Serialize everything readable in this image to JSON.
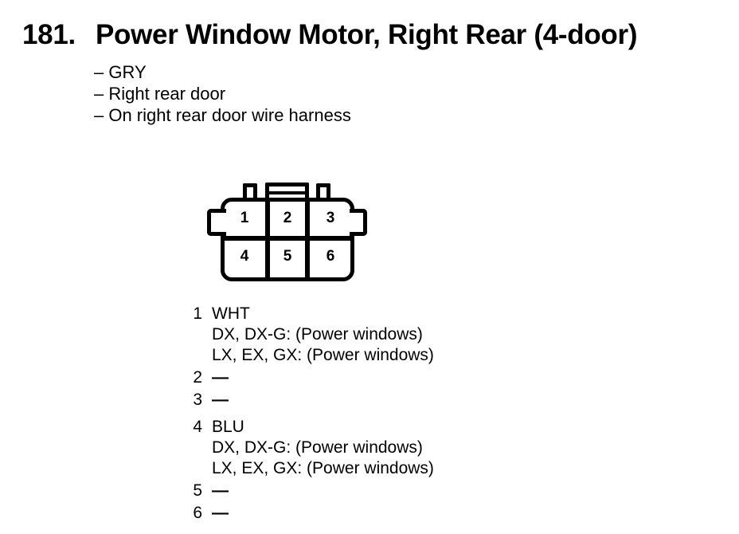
{
  "colors": {
    "paper": "#ffffff",
    "ink": "#000000"
  },
  "header": {
    "item_number": "181.",
    "title": "Power Window Motor, Right Rear (4-door)"
  },
  "details": [
    "– GRY",
    "– Right rear door",
    "– On right rear door wire harness"
  ],
  "connector": {
    "cavities": [
      "1",
      "2",
      "3",
      "4",
      "5",
      "6"
    ]
  },
  "pins": [
    {
      "number": "1",
      "lines": [
        "WHT",
        "DX, DX-G: (Power windows)",
        "LX, EX, GX: (Power windows)"
      ]
    },
    {
      "number": "2",
      "lines": [
        "—"
      ]
    },
    {
      "number": "3",
      "lines": [
        "—"
      ]
    },
    {
      "number": "4",
      "lines": [
        "BLU",
        "DX, DX-G: (Power windows)",
        "LX, EX, GX: (Power windows)"
      ]
    },
    {
      "number": "5",
      "lines": [
        "—"
      ]
    },
    {
      "number": "6",
      "lines": [
        "—"
      ]
    }
  ]
}
